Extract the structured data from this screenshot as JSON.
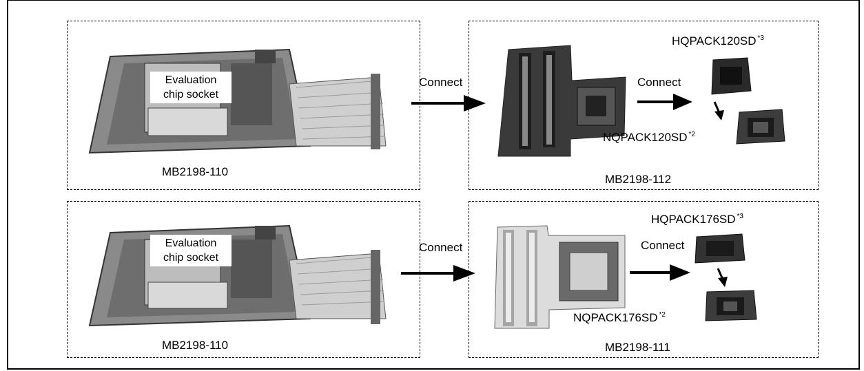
{
  "rows": [
    {
      "board": {
        "label": "MB2198-110",
        "socket_label_line1": "Evaluation",
        "socket_label_line2": "chip socket"
      },
      "connect1": "Connect",
      "adapter": {
        "label": "MB2198-112"
      },
      "connect2": "Connect",
      "hqpack": {
        "name": "HQPACK120SD",
        "note": "*3"
      },
      "nqpack": {
        "name": "NQPACK120SD",
        "note": "*2"
      }
    },
    {
      "board": {
        "label": "MB2198-110",
        "socket_label_line1": "Evaluation",
        "socket_label_line2": "chip socket"
      },
      "connect1": "Connect",
      "adapter": {
        "label": "MB2198-111"
      },
      "connect2": "Connect",
      "hqpack": {
        "name": "HQPACK176SD",
        "note": "*3"
      },
      "nqpack": {
        "name": "NQPACK176SD",
        "note": "*2"
      }
    }
  ]
}
